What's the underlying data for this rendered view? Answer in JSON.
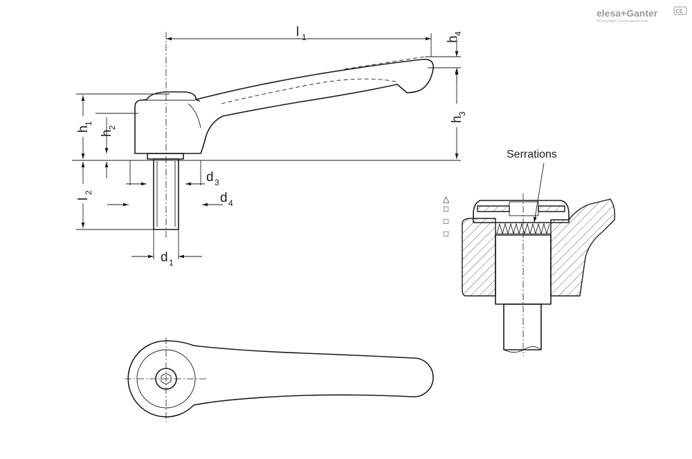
{
  "brand": {
    "name": "elesa+Ganter",
    "copyright": "©Copyright | elesa-ganter.com",
    "badge": "CE"
  },
  "dimensions": {
    "l1": {
      "main": "l",
      "sub": "1"
    },
    "h1": {
      "main": "h",
      "sub": "1"
    },
    "h2": {
      "main": "h",
      "sub": "2"
    },
    "h3": {
      "main": "h",
      "sub": "3"
    },
    "h4": {
      "main": "h",
      "sub": "4"
    },
    "l2": {
      "main": "l",
      "sub": "2"
    },
    "d1": {
      "main": "d",
      "sub": "1"
    },
    "d3": {
      "main": "d",
      "sub": "3"
    },
    "d4": {
      "main": "d",
      "sub": "4"
    }
  },
  "callout": {
    "serrations": "Serrations"
  },
  "symbols": [
    "△",
    "□",
    "□",
    "□"
  ]
}
